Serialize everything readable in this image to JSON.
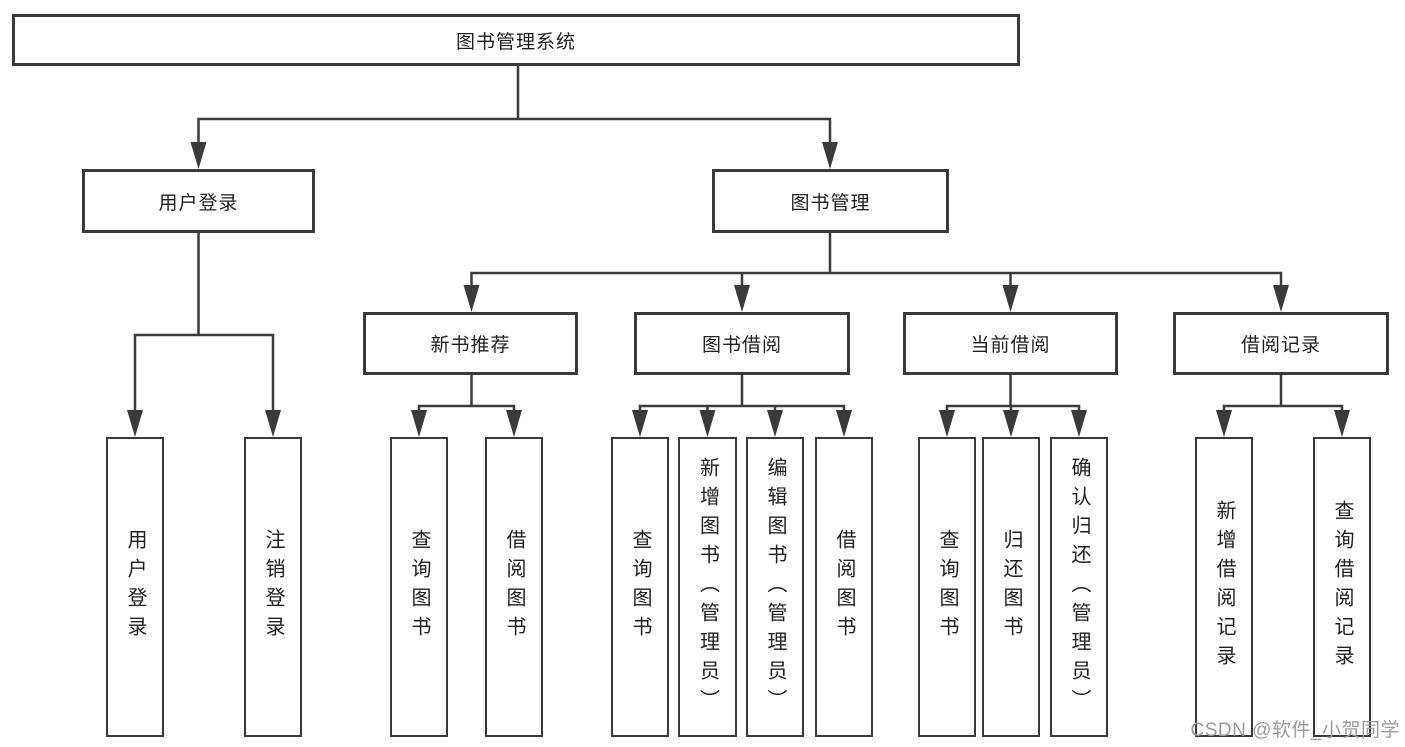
{
  "tree": {
    "label": "图书管理系统",
    "children": [
      {
        "label": "用户登录",
        "children": [
          {
            "label": "用户登录"
          },
          {
            "label": "注销登录"
          }
        ]
      },
      {
        "label": "图书管理",
        "children": [
          {
            "label": "新书推荐",
            "children": [
              {
                "label": "查询图书"
              },
              {
                "label": "借阅图书"
              }
            ]
          },
          {
            "label": "图书借阅",
            "children": [
              {
                "label": "查询图书"
              },
              {
                "label": "新增图书（管理员）"
              },
              {
                "label": "编辑图书（管理员）"
              },
              {
                "label": "借阅图书"
              }
            ]
          },
          {
            "label": "当前借阅",
            "children": [
              {
                "label": "查询图书"
              },
              {
                "label": "归还图书"
              },
              {
                "label": "确认归还（管理员）"
              }
            ]
          },
          {
            "label": "借阅记录",
            "children": [
              {
                "label": "新增借阅记录"
              },
              {
                "label": "查询借阅记录"
              }
            ]
          }
        ]
      }
    ]
  },
  "watermark": "CSDN @软件_小贺同学",
  "colors": {
    "line": "#3a3a3a",
    "border": "#3a3a3a",
    "text": "#1f1f1f",
    "watermark": "#9b9b9b",
    "background": "#ffffff"
  }
}
